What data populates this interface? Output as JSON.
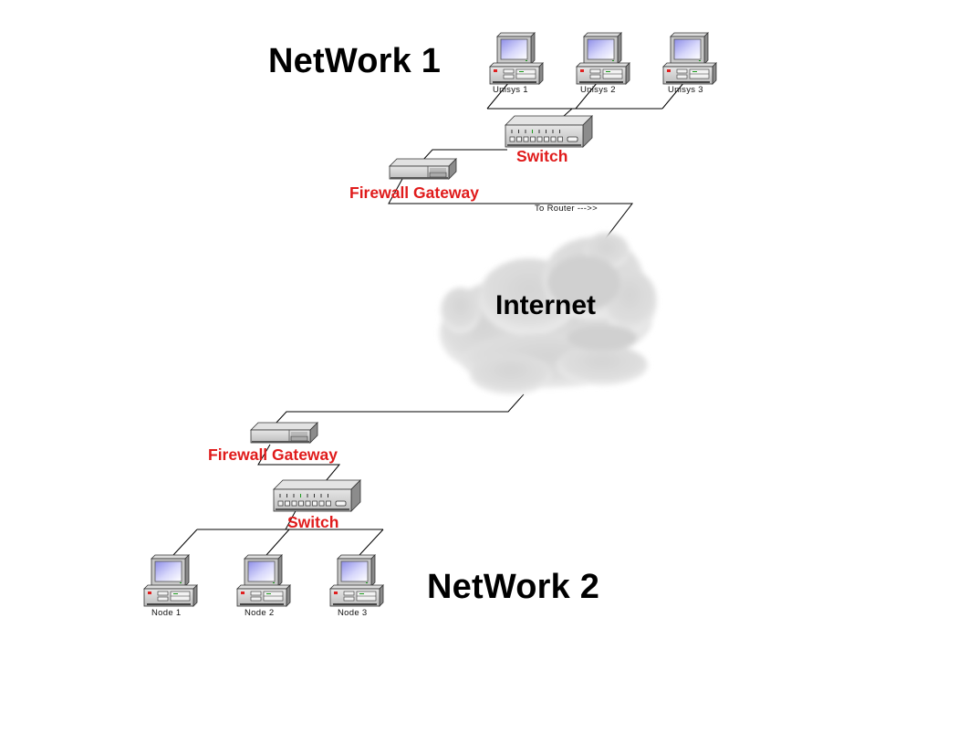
{
  "diagram": {
    "colors": {
      "label_red": "#e01b1b",
      "line": "#000000",
      "screen": "#b8b8f0"
    },
    "network1": {
      "title": "NetWork 1",
      "computers": [
        {
          "label": "Unisys 1"
        },
        {
          "label": "Unisys 2"
        },
        {
          "label": "Unisys 3"
        }
      ],
      "switch_label": "Switch",
      "firewall_label": "Firewall Gateway",
      "router_link_label": "To Router --->>"
    },
    "internet": {
      "label": "Internet"
    },
    "network2": {
      "title": "NetWork 2",
      "computers": [
        {
          "label": "Node 1"
        },
        {
          "label": "Node 2"
        },
        {
          "label": "Node 3"
        }
      ],
      "switch_label": "Switch",
      "firewall_label": "Firewall Gateway"
    }
  }
}
